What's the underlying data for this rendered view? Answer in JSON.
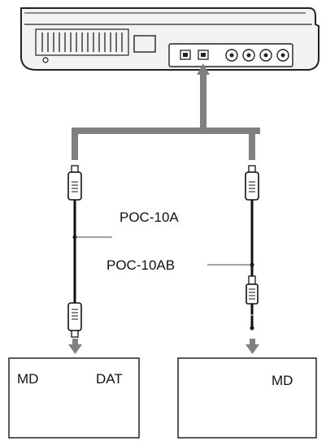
{
  "cables": {
    "left": {
      "label": "POC-10A"
    },
    "right": {
      "label": "POC-10AB"
    }
  },
  "devices": {
    "left": {
      "label_1": "MD",
      "label_2": "DAT"
    },
    "right": {
      "label": "MD"
    }
  },
  "colors": {
    "cable_trunk": "#808080",
    "cable": "#111111",
    "outline": "#222222",
    "device_body": "#f2f2f2"
  }
}
